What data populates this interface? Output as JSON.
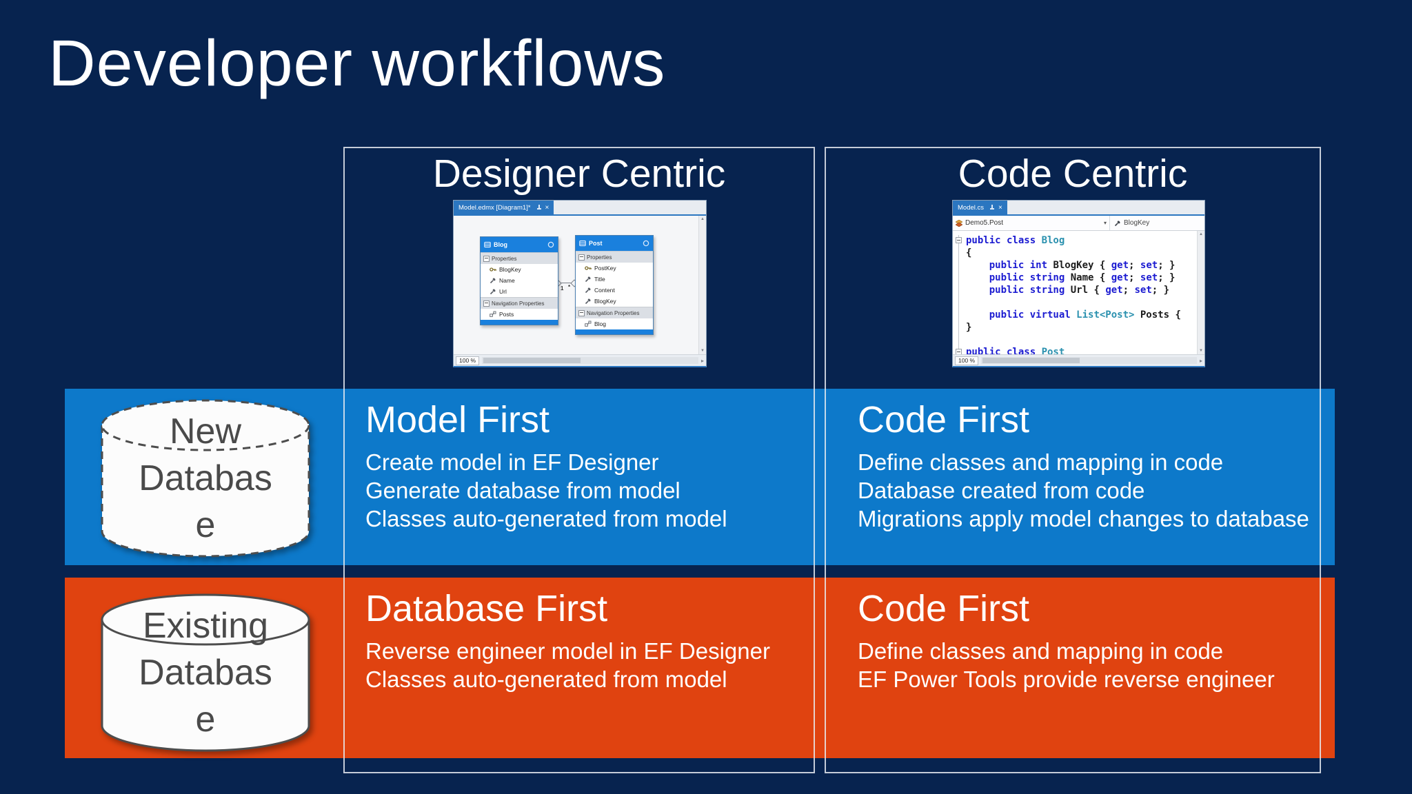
{
  "slide": {
    "title": "Developer workflows"
  },
  "columns": [
    {
      "header": "Designer Centric"
    },
    {
      "header": "Code Centric"
    }
  ],
  "rows": [
    {
      "label": "New Database",
      "display_lines": [
        "New",
        "Databas",
        "e"
      ],
      "cells": [
        {
          "heading": "Model First",
          "lines": [
            "Create model in EF Designer",
            "Generate database from model",
            "Classes auto-generated from model"
          ]
        },
        {
          "heading": "Code First",
          "lines": [
            "Define classes and mapping in code",
            "Database created from code",
            "Migrations apply model changes to database"
          ]
        }
      ]
    },
    {
      "label": "Existing Database",
      "display_lines": [
        "Existing",
        "Databas",
        "e"
      ],
      "cells": [
        {
          "heading": "Database First",
          "lines": [
            "Reverse engineer model in EF Designer",
            "Classes auto-generated from model"
          ]
        },
        {
          "heading": "Code First",
          "lines": [
            "Define classes and mapping in code",
            "EF Power Tools provide reverse engineer"
          ]
        }
      ]
    }
  ],
  "designer_screenshot": {
    "tab_label": "Model.edmx [Diagram1]*",
    "zoom_label": "100 %",
    "entities": [
      {
        "name": "Blog",
        "sections": [
          {
            "label": "Properties",
            "items": [
              {
                "icon": "key",
                "label": "BlogKey"
              },
              {
                "icon": "scalar",
                "label": "Name"
              },
              {
                "icon": "scalar",
                "label": "Url"
              }
            ]
          },
          {
            "label": "Navigation Properties",
            "items": [
              {
                "icon": "nav",
                "label": "Posts"
              }
            ]
          }
        ]
      },
      {
        "name": "Post",
        "sections": [
          {
            "label": "Properties",
            "items": [
              {
                "icon": "key",
                "label": "PostKey"
              },
              {
                "icon": "scalar",
                "label": "Title"
              },
              {
                "icon": "scalar",
                "label": "Content"
              },
              {
                "icon": "scalar",
                "label": "BlogKey"
              }
            ]
          },
          {
            "label": "Navigation Properties",
            "items": [
              {
                "icon": "nav",
                "label": "Blog"
              }
            ]
          }
        ]
      }
    ],
    "association": {
      "left_label": "1",
      "right_label": "*"
    }
  },
  "code_screenshot": {
    "tab_label": "Model.cs",
    "type_dropdown": "Demo5.Post",
    "member_dropdown": "BlogKey",
    "zoom_label": "100 %",
    "code_lines": [
      [
        {
          "t": "public class ",
          "k": "kw"
        },
        {
          "t": "Blog",
          "k": "ty"
        }
      ],
      [
        {
          "t": "{",
          "k": "pl"
        }
      ],
      [
        {
          "t": "    ",
          "k": "pl"
        },
        {
          "t": "public int ",
          "k": "kw"
        },
        {
          "t": "BlogKey { ",
          "k": "pl"
        },
        {
          "t": "get",
          "k": "kw"
        },
        {
          "t": "; ",
          "k": "pl"
        },
        {
          "t": "set",
          "k": "kw"
        },
        {
          "t": "; }",
          "k": "pl"
        }
      ],
      [
        {
          "t": "    ",
          "k": "pl"
        },
        {
          "t": "public string ",
          "k": "kw"
        },
        {
          "t": "Name { ",
          "k": "pl"
        },
        {
          "t": "get",
          "k": "kw"
        },
        {
          "t": "; ",
          "k": "pl"
        },
        {
          "t": "set",
          "k": "kw"
        },
        {
          "t": "; }",
          "k": "pl"
        }
      ],
      [
        {
          "t": "    ",
          "k": "pl"
        },
        {
          "t": "public string ",
          "k": "kw"
        },
        {
          "t": "Url { ",
          "k": "pl"
        },
        {
          "t": "get",
          "k": "kw"
        },
        {
          "t": "; ",
          "k": "pl"
        },
        {
          "t": "set",
          "k": "kw"
        },
        {
          "t": "; }",
          "k": "pl"
        }
      ],
      [],
      [
        {
          "t": "    ",
          "k": "pl"
        },
        {
          "t": "public virtual ",
          "k": "kw"
        },
        {
          "t": "List<Post>",
          "k": "ty"
        },
        {
          "t": " Posts {",
          "k": "pl"
        }
      ],
      [
        {
          "t": "}",
          "k": "pl"
        }
      ],
      [],
      [
        {
          "t": "public class ",
          "k": "kw"
        },
        {
          "t": "Post",
          "k": "ty"
        }
      ]
    ]
  },
  "glyphs": {
    "close": "×",
    "scroll_up": "▲",
    "scroll_down": "▼",
    "scroll_right": "▸",
    "dropdown": "▾"
  },
  "colors": {
    "background": "#07234f",
    "row_blue": "#0d79ca",
    "row_orange": "#e04310",
    "vs_blue": "#2b76c0",
    "entity_blue": "#1a80dd",
    "code_keyword": "#1b1bd1",
    "code_type": "#2b91af",
    "cylinder_text": "#4a4a4a"
  }
}
